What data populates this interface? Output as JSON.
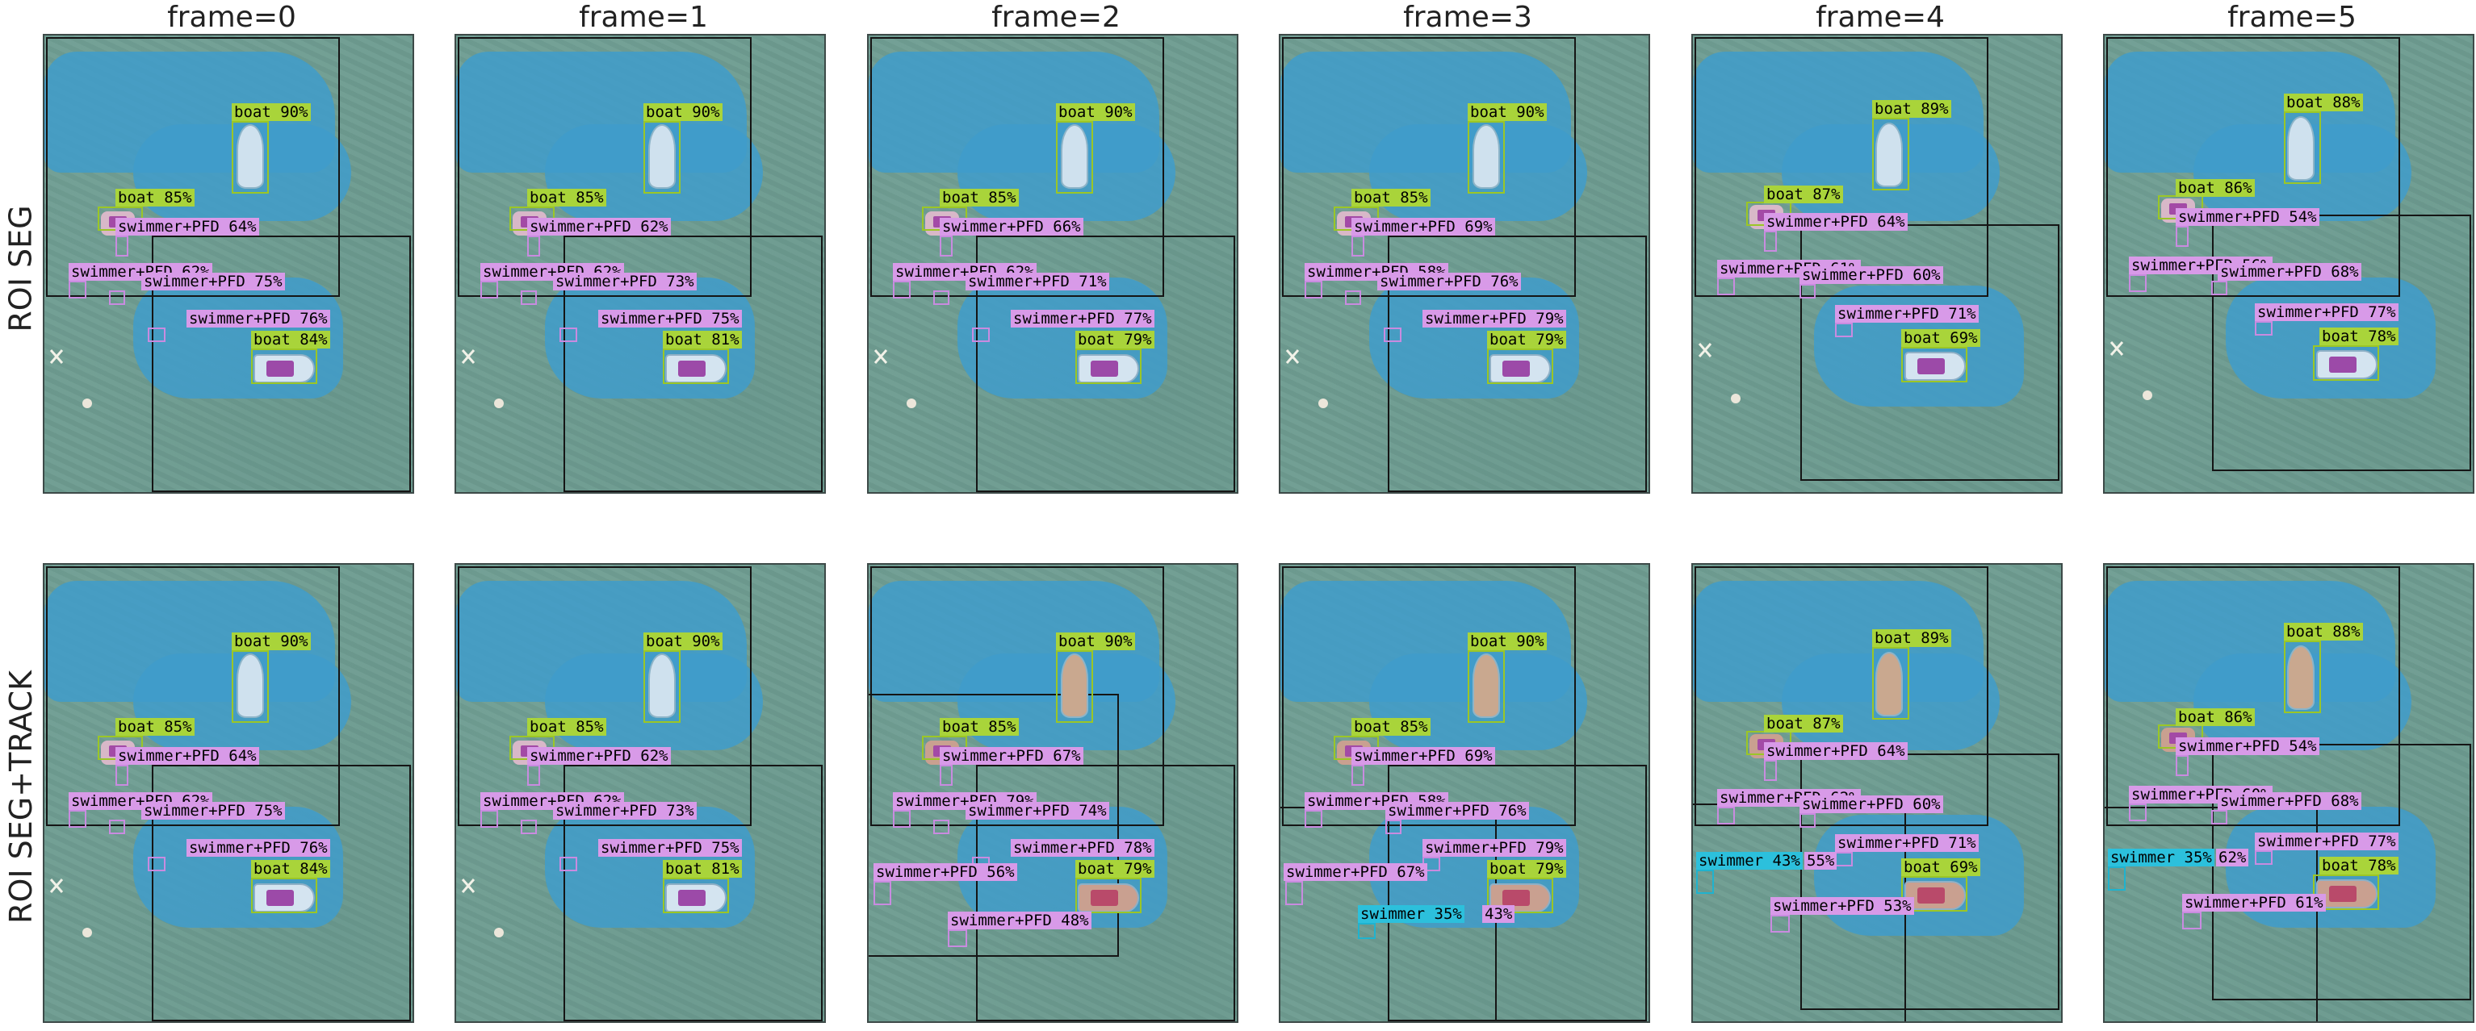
{
  "column_titles": [
    "frame=0",
    "frame=1",
    "frame=2",
    "frame=3",
    "frame=4",
    "frame=5"
  ],
  "row_labels": [
    "ROI SEG",
    "ROI SEG+TRACK"
  ],
  "colors": {
    "boat": "#a9d43a",
    "swimmer_pfd": "#d89ae8",
    "swimmer": "#2cc0dc",
    "water_mask": "#3f9ccb",
    "background": "#6e9c91"
  },
  "panels": [
    [
      {
        "boat_top": "boat 90%",
        "boat_mid": "boat 85%",
        "boat_low": "boat 84%",
        "pfd": [
          "swimmer+PFD 64%",
          "swimmer+PFD 62%",
          "swimmer+PFD 75%",
          "swimmer+PFD 76%"
        ]
      },
      {
        "boat_top": "boat 90%",
        "boat_mid": "boat 85%",
        "boat_low": "boat 81%",
        "pfd": [
          "swimmer+PFD 62%",
          "swimmer+PFD 62%",
          "swimmer+PFD 73%",
          "swimmer+PFD 75%"
        ]
      },
      {
        "boat_top": "boat 90%",
        "boat_mid": "boat 85%",
        "boat_low": "boat 79%",
        "pfd": [
          "swimmer+PFD 66%",
          "swimmer+PFD 62%",
          "swimmer+PFD 71%",
          "swimmer+PFD 77%"
        ]
      },
      {
        "boat_top": "boat 90%",
        "boat_mid": "boat 85%",
        "boat_low": "boat 79%",
        "pfd": [
          "swimmer+PFD 69%",
          "swimmer+PFD 58%",
          "swimmer+PFD 76%",
          "swimmer+PFD 79%"
        ]
      },
      {
        "boat_top": "boat 89%",
        "boat_mid": "boat 87%",
        "boat_low": "boat 69%",
        "pfd": [
          "swimmer+PFD 64%",
          "swimmer+PFD 61%",
          "swimmer+PFD 60%",
          "swimmer+PFD 71%"
        ]
      },
      {
        "boat_top": "boat 88%",
        "boat_mid": "boat 86%",
        "boat_low": "boat 78%",
        "pfd": [
          "swimmer+PFD 54%",
          "swimmer+PFD 56%",
          "swimmer+PFD 68%",
          "swimmer+PFD 77%"
        ]
      }
    ],
    [
      {
        "boat_top": "boat 90%",
        "boat_mid": "boat 85%",
        "boat_low": "boat 84%",
        "pfd": [
          "swimmer+PFD 64%",
          "swimmer+PFD 62%",
          "swimmer+PFD 75%",
          "swimmer+PFD 76%"
        ]
      },
      {
        "boat_top": "boat 90%",
        "boat_mid": "boat 85%",
        "boat_low": "boat 81%",
        "pfd": [
          "swimmer+PFD 62%",
          "swimmer+PFD 62%",
          "swimmer+PFD 73%",
          "swimmer+PFD 75%"
        ]
      },
      {
        "boat_top": "boat 90%",
        "boat_mid": "boat 85%",
        "boat_low": "boat 79%",
        "pfd": [
          "swimmer+PFD 67%",
          "swimmer+PFD 79%",
          "swimmer+PFD 74%",
          "swimmer+PFD 78%",
          "swimmer+PFD 56%",
          "swimmer+PFD 48%"
        ]
      },
      {
        "boat_top": "boat 90%",
        "boat_mid": "boat 85%",
        "boat_low": "boat 79%",
        "pfd": [
          "swimmer+PFD 69%",
          "swimmer+PFD 58%",
          "swimmer+PFD 76%",
          "swimmer+PFD 79%",
          "swimmer+PFD 67%"
        ],
        "sw": "swimmer 35%",
        "sw_extra": "43%"
      },
      {
        "boat_top": "boat 89%",
        "boat_mid": "boat 87%",
        "boat_low": "boat 69%",
        "pfd": [
          "swimmer+PFD 64%",
          "swimmer+PFD 62%",
          "swimmer+PFD 60%",
          "swimmer+PFD 71%",
          "swimmer+PFD 53%"
        ],
        "sw": "swimmer 43%",
        "sw_extra": "55%"
      },
      {
        "boat_top": "boat 88%",
        "boat_mid": "boat 86%",
        "boat_low": "boat 78%",
        "pfd": [
          "swimmer+PFD 54%",
          "swimmer+PFD 60%",
          "swimmer+PFD 68%",
          "swimmer+PFD 77%",
          "swimmer+PFD 61%"
        ],
        "sw": "swimmer 35%",
        "sw_extra": "62%"
      }
    ]
  ]
}
